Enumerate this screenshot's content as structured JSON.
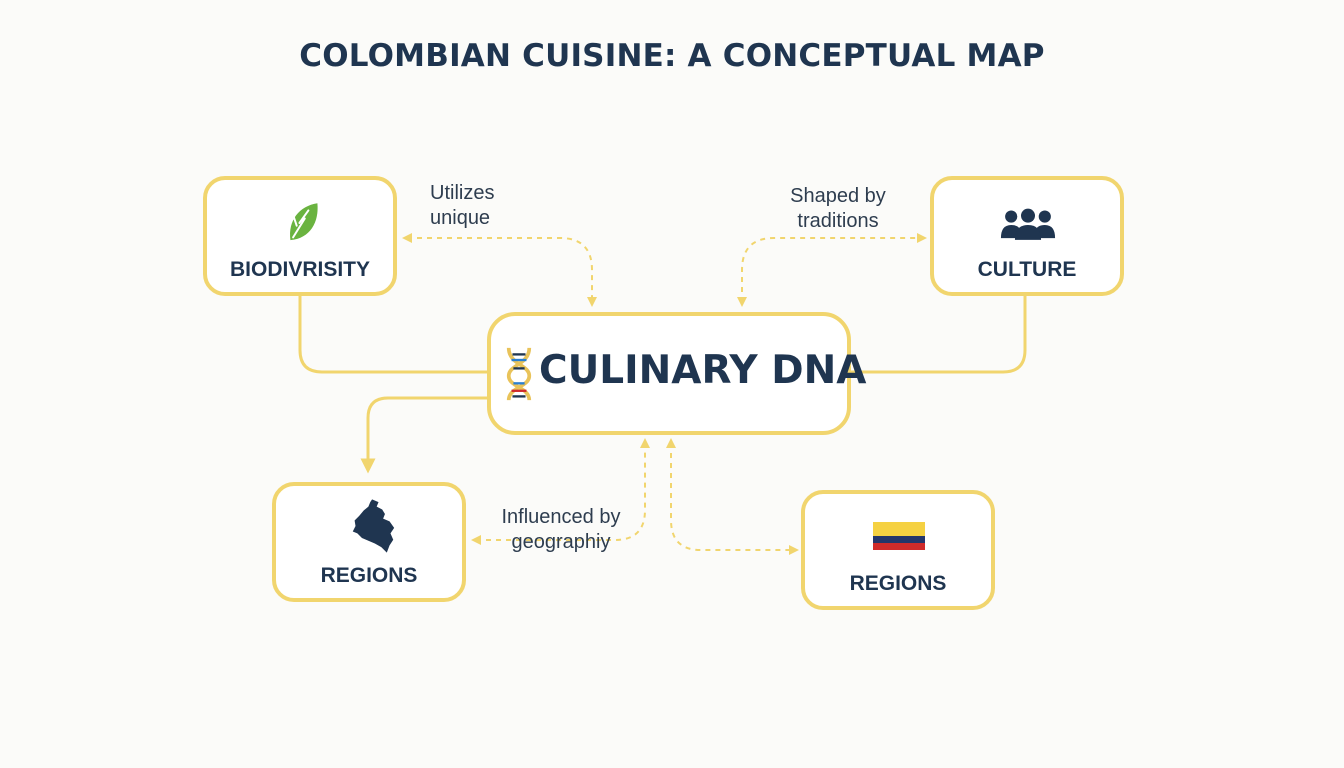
{
  "title": "COLOMBIAN CUISINE: A CONCEPTUAL MAP",
  "colors": {
    "node_border": "#f1d56e",
    "connector": "#f1d56e",
    "text_dark": "#1f3550",
    "leaf_green": "#6ab340",
    "flag_yellow": "#f5d142",
    "flag_blue": "#24366b",
    "flag_red": "#d02b2b"
  },
  "center": {
    "label": "CULINARY DNA",
    "icon": "dna-icon"
  },
  "nodes": {
    "biodiversity": {
      "label": "BIODIVRISITY",
      "icon": "leaf-icon"
    },
    "culture": {
      "label": "CULTURE",
      "icon": "people-icon"
    },
    "regions_map": {
      "label": "REGIONS",
      "icon": "colombia-map-icon"
    },
    "regions_flag": {
      "label": "REGIONS",
      "icon": "colombia-flag-icon"
    }
  },
  "edge_labels": {
    "utilizes": [
      "Utilizes",
      "unique"
    ],
    "shaped": [
      "Shaped by",
      "traditions"
    ],
    "influenced": [
      "Influenced by",
      "geographiy"
    ]
  }
}
